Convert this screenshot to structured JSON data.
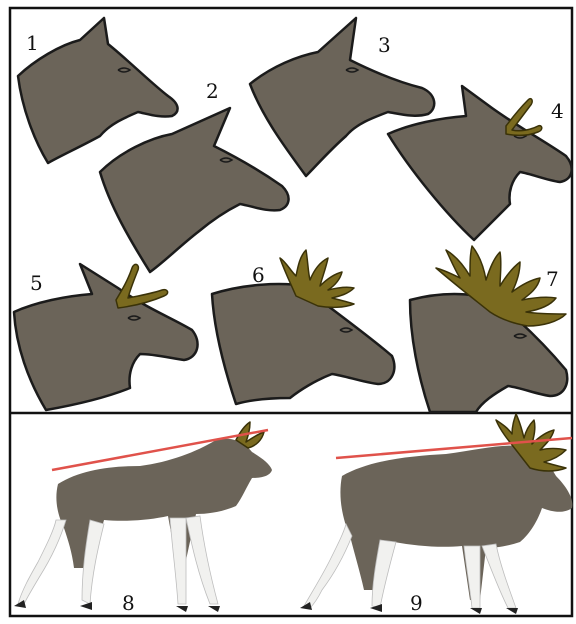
{
  "colors": {
    "background": "#ffffff",
    "frame": "#111111",
    "head_fill": "#6b6459",
    "head_fill_light": "#837b70",
    "outline": "#1b1b1b",
    "antler": "#7a6a1f",
    "antler_outline": "#3a3208",
    "leg_white": "#f1f1ef",
    "topline": "#e0524b"
  },
  "heads": [
    {
      "label": "1"
    },
    {
      "label": "2"
    },
    {
      "label": "3"
    },
    {
      "label": "4"
    },
    {
      "label": "5"
    },
    {
      "label": "6"
    },
    {
      "label": "7"
    }
  ],
  "bodies": [
    {
      "label": "8"
    },
    {
      "label": "9"
    }
  ]
}
